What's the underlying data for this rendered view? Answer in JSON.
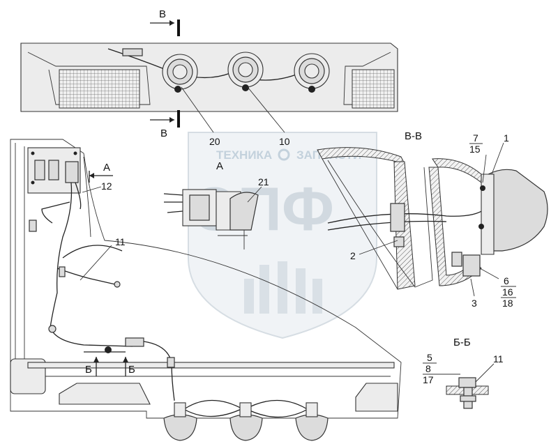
{
  "watermark": {
    "brand_top": "ТЕХНИКА",
    "brand_top_right": "ЗАПЧАСТИ",
    "logo_letters": "ЭПФ"
  },
  "section_markers": {
    "v_top": "В",
    "v_bottom": "В",
    "b_left": "Б",
    "b_right": "Б",
    "a_marker": "А"
  },
  "view_titles": {
    "view_a": "А",
    "section_vv": "В-В",
    "section_bb": "Б-Б"
  },
  "callouts": {
    "c1": "1",
    "c2": "2",
    "c3": "3",
    "c6": "6",
    "c10": "10",
    "c11_left": "11",
    "c11_bb": "11",
    "c12": "12",
    "c20": "20",
    "c21": "21"
  },
  "fraction_labels": {
    "f7_15": {
      "top": "7",
      "bottom": "15"
    },
    "f6_16_18": {
      "top": "6",
      "mid": "16",
      "bottom": "18"
    },
    "f5_8_17": {
      "top": "5",
      "mid": "8",
      "bottom": "17"
    }
  }
}
